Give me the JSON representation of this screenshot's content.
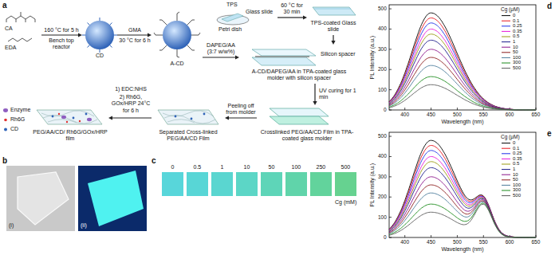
{
  "diagram": {
    "nodes": [
      {
        "text": [
          "CA",
          "EDA"
        ]
      },
      {
        "text": [
          "CD"
        ]
      },
      {
        "text": [
          "A-CD"
        ]
      },
      {
        "text": [
          "TPS",
          "Glass slide",
          "Petri dish"
        ]
      },
      {
        "text": [
          "TPS-coated Glass slide"
        ]
      },
      {
        "text": [
          "Silicon spacer",
          "A-CD/DAPEG/AA in TPA-coated glass molder with silicon spacer"
        ]
      },
      {
        "text": [
          "Crosslinked PEG/AA/CD Film in TPA-coated glass molder"
        ]
      },
      {
        "text": [
          "Separated Cross-linked PEG/AA/CD Film"
        ]
      },
      {
        "text": [
          "PEG/AA/CD/ Rh6G/GOx/HRP film"
        ]
      }
    ],
    "edges": [
      {
        "from": 0,
        "to": 1,
        "label": "160 °C for 5 h",
        "arrow": "to"
      },
      {
        "from": 1,
        "to": 2,
        "label": "GMA",
        "arrow": "to"
      },
      {
        "from": 2,
        "to": 5,
        "label": "DAPEG/AA (3:7 w/w%)",
        "arrow": "to"
      },
      {
        "from": 3,
        "to": 4,
        "label": "60 °C for 30 min",
        "arrow": "to"
      },
      {
        "from": 4,
        "to": 5,
        "arrow": "to"
      },
      {
        "from": 5,
        "to": 6,
        "label": "UV curing for 1 min",
        "arrow": "to"
      },
      {
        "from": 6,
        "to": 7,
        "label": "Peeling off from molder",
        "arrow": "to"
      },
      {
        "from": 7,
        "to": 8,
        "label": "1) EDC:NHS",
        "arrow": "to"
      }
    ],
    "labels": [
      "a",
      "Bench top reactor",
      "30 °C for 6 h",
      "2) Rh6G, GOx/HRP 24°C for 6 h",
      "b",
      "(i)",
      "(ii)",
      "c",
      "0",
      "0.5",
      "1",
      "10",
      "50",
      "100",
      "250",
      "500",
      "Cg (mM)",
      "d",
      "PL Intensity (a.u.)",
      "Wavelength (nm)",
      "0",
      "100",
      "200",
      "300",
      "400",
      "500",
      "400",
      "450",
      "500",
      "550",
      "600",
      "650",
      "Cg (μM)",
      "e",
      "PL Intensity (a.u.)",
      "Wavelength (nm)",
      "0",
      "100",
      "200",
      "300",
      "400",
      "500",
      "400",
      "450",
      "500",
      "550",
      "600",
      "650",
      "Cg (μM)"
    ],
    "legend": [
      {
        "text": "Enzyme"
      },
      {
        "text": "Rh6G"
      },
      {
        "text": "CD"
      },
      {
        "text": "0"
      },
      {
        "text": "0.1"
      },
      {
        "text": "0.25"
      },
      {
        "text": "0.35"
      },
      {
        "text": "0.5"
      },
      {
        "text": "1"
      },
      {
        "text": "10"
      },
      {
        "text": "50"
      },
      {
        "text": "100"
      },
      {
        "text": "300"
      },
      {
        "text": "500"
      },
      {
        "text": "0"
      },
      {
        "text": "0.1"
      },
      {
        "text": "0.25"
      },
      {
        "text": "0.35"
      },
      {
        "text": "0.5"
      },
      {
        "text": "1"
      },
      {
        "text": "10"
      },
      {
        "text": "50"
      },
      {
        "text": "100"
      },
      {
        "text": "300"
      },
      {
        "text": "500"
      }
    ]
  }
}
